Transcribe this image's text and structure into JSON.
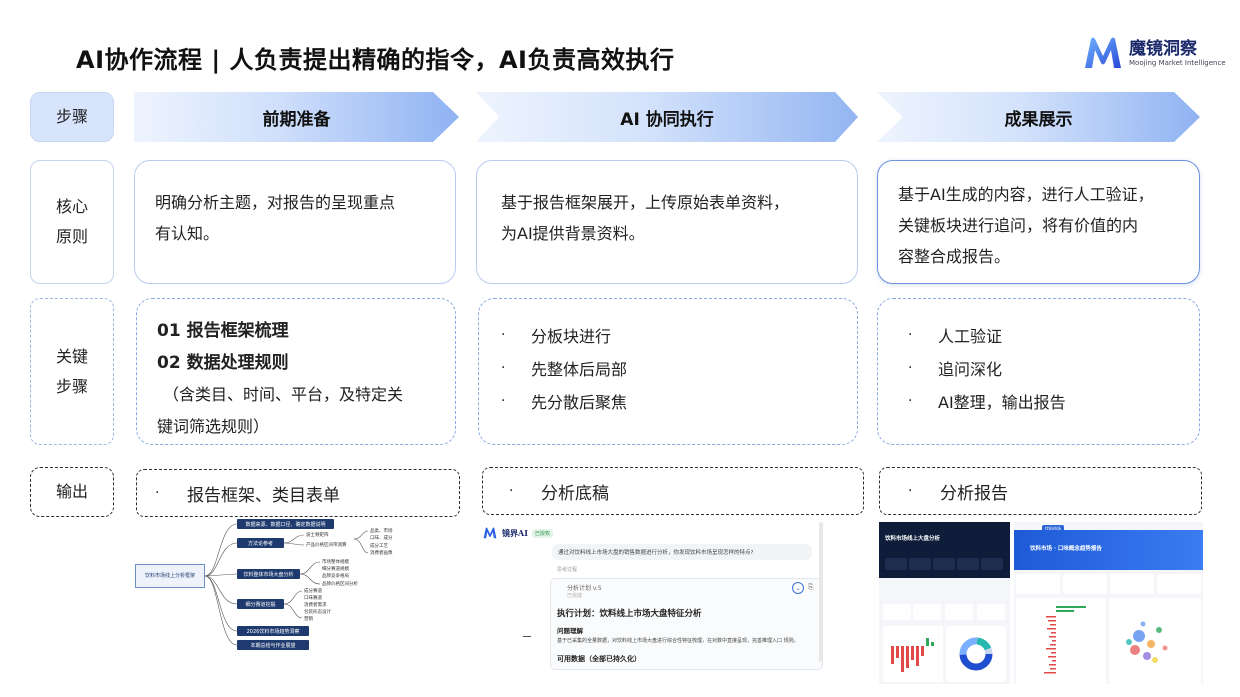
{
  "header": {
    "title": "AI协作流程 | 人负责提出精确的指令，AI负责高效执行",
    "logo_name": "魔镜洞察",
    "logo_sub": "Moojing Market Intelligence"
  },
  "rows": {
    "step_label": "步骤",
    "core_label_1": "核心",
    "core_label_2": "原则",
    "key_label_1": "关键",
    "key_label_2": "步骤",
    "output_label": "输出"
  },
  "columns": [
    {
      "stage": "前期准备",
      "core_lines": [
        "明确分析主题，对报告的呈现重点",
        "有认知。"
      ],
      "key_title_1": "01 报告框架梳理",
      "key_title_2": "02 数据处理规则",
      "key_sub_1": "（含类目、时间、平台，及特定关",
      "key_sub_2": "键词筛选规则）",
      "output": "报告框架、类目表单"
    },
    {
      "stage": "AI 协同执行",
      "core_lines": [
        "基于报告框架展开，上传原始表单资料，",
        "为AI提供背景资料。"
      ],
      "key_items": [
        "分板块进行",
        "先整体后局部",
        "先分散后聚焦"
      ],
      "output": "分析底稿"
    },
    {
      "stage": "成果展示",
      "core_lines": [
        "基于AI生成的内容，进行人工验证，",
        "关键板块进行追问，将有价值的内",
        "容整合成报告。"
      ],
      "key_items": [
        "人工验证",
        "追问深化",
        "AI整理，输出报告"
      ],
      "output": "分析报告"
    }
  ],
  "bullet": "·",
  "mindmap": {
    "root": "饮料市场线上分析框架",
    "branches": [
      "数据来源、数据口径、确定数据说明",
      "方法论参考",
      "饮料整体市场大盘分析",
      "细分赛道挖掘",
      "2026饮料市场趋势洞察",
      "本期总结与作业展望"
    ],
    "leaves_a": [
      "波士顿矩阵",
      "产品价格区间带测算"
    ],
    "leaves_b": [
      "品类、市场",
      "口味、成分",
      "成分工艺",
      "消费者画像"
    ],
    "leaves_c": [
      "市场整体规模",
      "细分赛道规模",
      "品牌竞争格局",
      "品牌价格区间分析"
    ],
    "leaves_d": [
      "成分赛道",
      "口味赛道",
      "消费者需求",
      "包装形态设计",
      "营销"
    ]
  },
  "chat": {
    "brand": "镜界AI",
    "badge": "已授权",
    "question": "通过对饮料线上市场大盘的销售数据进行分析，你发现饮料市场呈现怎样的特点?",
    "sub": "思考过程",
    "plan": "分析计划 v.5",
    "plan_sub": "已完成",
    "toggle": "⌄",
    "copy": "⎘",
    "heading": "执行计划：饮料线上市场大盘特征分析",
    "section": "问题理解",
    "body": "基于已采集的全量数据，对饮料线上市场大盘进行综合性特征梳理，在对数中直接呈现，完善推理入口 规则。",
    "section2": "可用数据（全部已持久化）"
  },
  "reports": {
    "r1_title": "饮料市场线上大盘分析",
    "r2_tag": "饮料市场",
    "r2_title": "饮料市场 · 口味概念趋势报告"
  }
}
